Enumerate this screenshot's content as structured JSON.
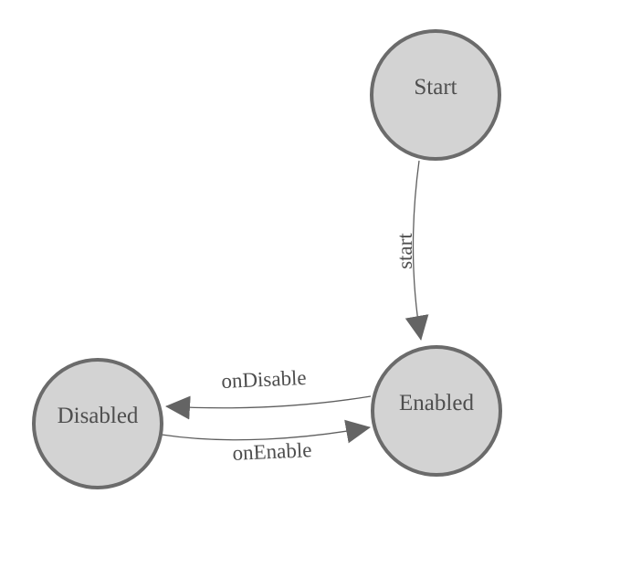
{
  "diagram": {
    "nodes": [
      {
        "id": "start",
        "label": "Start"
      },
      {
        "id": "enabled",
        "label": "Enabled"
      },
      {
        "id": "disabled",
        "label": "Disabled"
      }
    ],
    "edges": [
      {
        "id": "start-transition",
        "label": "start",
        "source": "start",
        "target": "enabled"
      },
      {
        "id": "on-disable",
        "label": "onDisable",
        "source": "enabled",
        "target": "disabled"
      },
      {
        "id": "on-enable",
        "label": "onEnable",
        "source": "disabled",
        "target": "enabled"
      }
    ],
    "colors": {
      "background": "#ffffff",
      "node_fill": "#d3d3d3",
      "node_border": "#6b6b6b",
      "text": "#4e4e4e",
      "edge": "#5e5e5e",
      "arrow": "#646464"
    }
  }
}
